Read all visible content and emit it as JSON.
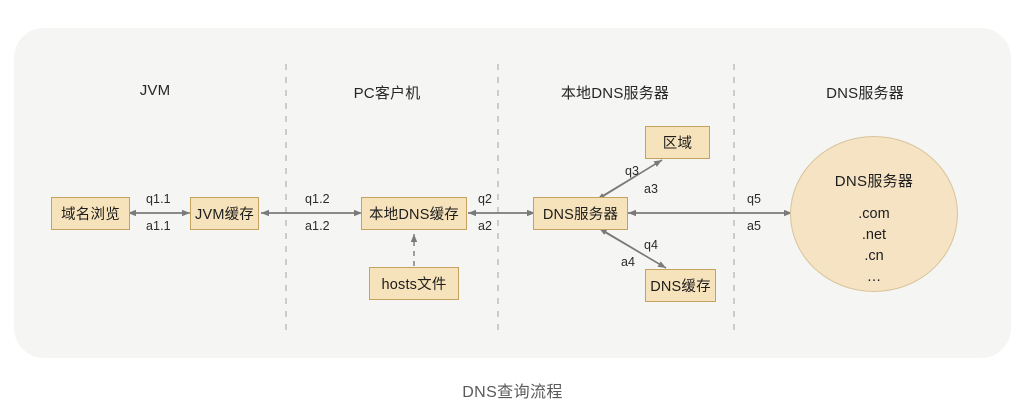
{
  "diagram": {
    "caption": "DNS查询流程",
    "background_color": "#ffffff",
    "card_color": "#f5f5f3",
    "node_fill": "#f7e3bb",
    "node_border": "#c4a25f",
    "ellipse_fill": "#f5e3c3",
    "line_color": "#7a7a7a",
    "divider_color": "#b9b9b9"
  },
  "columns": [
    {
      "label": "JVM"
    },
    {
      "label": "PC客户机"
    },
    {
      "label": "本地DNS服务器"
    },
    {
      "label": "DNS服务器"
    }
  ],
  "nodes": [
    {
      "id": "domain-browse",
      "label": "域名浏览"
    },
    {
      "id": "jvm-cache",
      "label": "JVM缓存"
    },
    {
      "id": "local-dns-cache",
      "label": "本地DNS缓存"
    },
    {
      "id": "hosts-file",
      "label": "hosts文件"
    },
    {
      "id": "dns-server",
      "label": "DNS服务器"
    },
    {
      "id": "zone",
      "label": "区域"
    },
    {
      "id": "dns-cache",
      "label": "DNS缓存"
    }
  ],
  "root_server": {
    "title": "DNS服务器",
    "tlds": [
      ".com",
      ".net",
      ".cn",
      "…"
    ]
  },
  "edge_labels": [
    {
      "id": "q11",
      "text": "q1.1"
    },
    {
      "id": "a11",
      "text": "a1.1"
    },
    {
      "id": "q12",
      "text": "q1.2"
    },
    {
      "id": "a12",
      "text": "a1.2"
    },
    {
      "id": "q2",
      "text": "q2"
    },
    {
      "id": "a2",
      "text": "a2"
    },
    {
      "id": "q3",
      "text": "q3"
    },
    {
      "id": "a3",
      "text": "a3"
    },
    {
      "id": "q4",
      "text": "q4"
    },
    {
      "id": "a4",
      "text": "a4"
    },
    {
      "id": "q5",
      "text": "q5"
    },
    {
      "id": "a5",
      "text": "a5"
    }
  ]
}
